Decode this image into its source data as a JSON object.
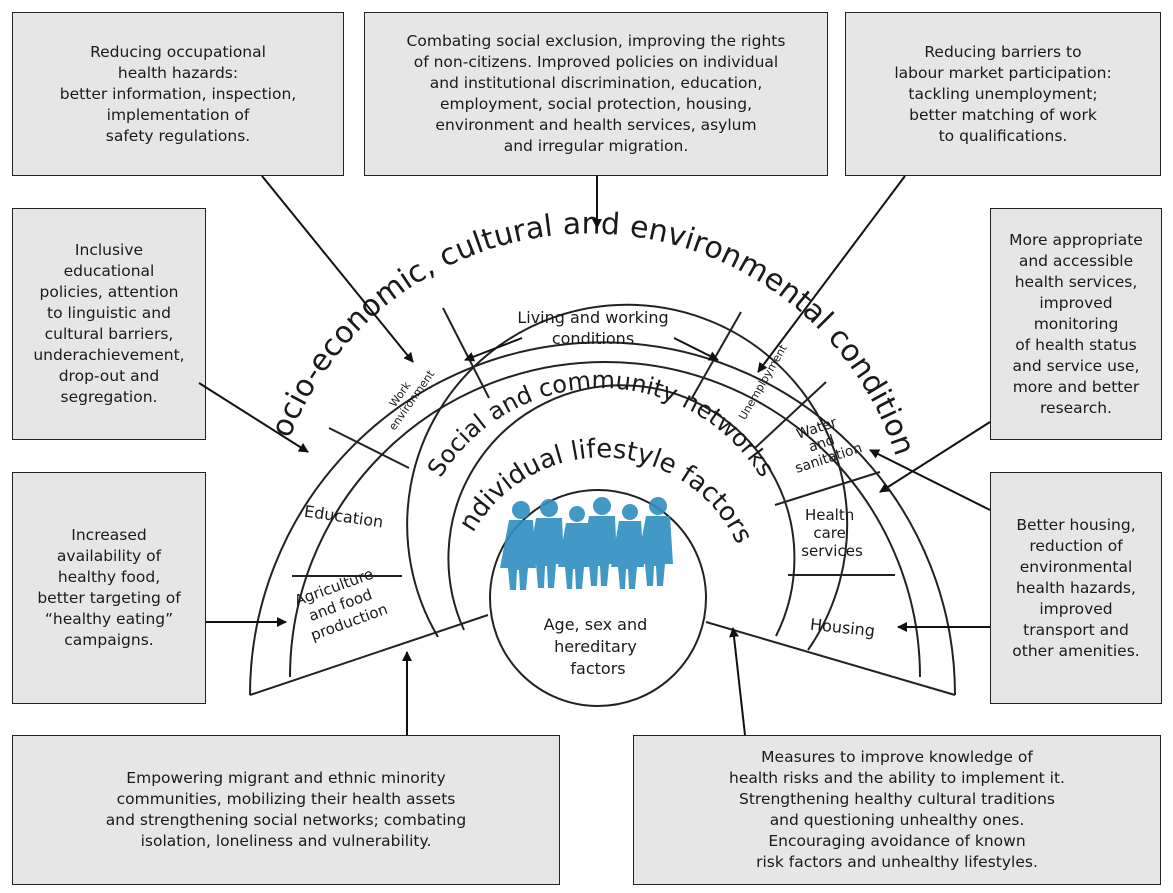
{
  "boxes": {
    "occupational": "Reducing occupational\nhealth hazards:\nbetter information, inspection,\nimplementation of\nsafety regulations.",
    "exclusion": "Combating social exclusion, improving the rights\nof non-citizens. Improved policies on individual\nand institutional discrimination, education,\nemployment, social protection, housing,\nenvironment and health services, asylum\nand irregular migration.",
    "labour": "Reducing barriers to\nlabour market participation:\ntackling unemployment;\nbetter matching of work\nto qualifications.",
    "education_policy": "Inclusive\neducational\npolicies, attention\nto linguistic and\ncultural barriers,\nunderachievement,\ndrop-out and\nsegregation.",
    "health_services": "More appropriate\nand accessible\nhealth services,\nimproved\nmonitoring\nof health status\nand service use,\nmore and better\nresearch.",
    "food": "Increased\navailability of\nhealthy food,\nbetter targeting of\n“healthy eating”\ncampaigns.",
    "housing": "Better housing,\nreduction of\nenvironmental\nhealth hazards,\nimproved\ntransport and\nother amenities.",
    "empowering": "Empowering migrant and ethnic minority\ncommunities, mobilizing their health assets\nand strengthening social networks; combating\nisolation, loneliness and vulnerability.",
    "knowledge": "Measures to improve knowledge of\nhealth risks and the ability to implement it.\nStrengthening healthy cultural traditions\nand questioning unhealthy ones.\nEncouraging avoidance of known\nrisk factors and unhealthy lifestyles."
  },
  "arcs": {
    "outer": "Socio-economic, cultural and environmental conditions",
    "social": "Social and community networks",
    "individual": "Individual lifestyle factors"
  },
  "sectors": {
    "living": "Living and working",
    "living2": "conditions",
    "work1": "Work",
    "work2": "environment",
    "unemployment": "Unemployment",
    "education": "Education",
    "agri1": "Agriculture",
    "agri2": "and food",
    "agri3": "production",
    "water1": "Water",
    "water2": "and",
    "water3": "sanitation",
    "hc1": "Health",
    "hc2": "care",
    "hc3": "services",
    "housing": "Housing"
  },
  "core": {
    "line1": "Age, sex and",
    "line2": "hereditary",
    "line3": "factors"
  },
  "colors": {
    "box_fill": "#e6e6e6",
    "people": "#2e8fbf"
  }
}
